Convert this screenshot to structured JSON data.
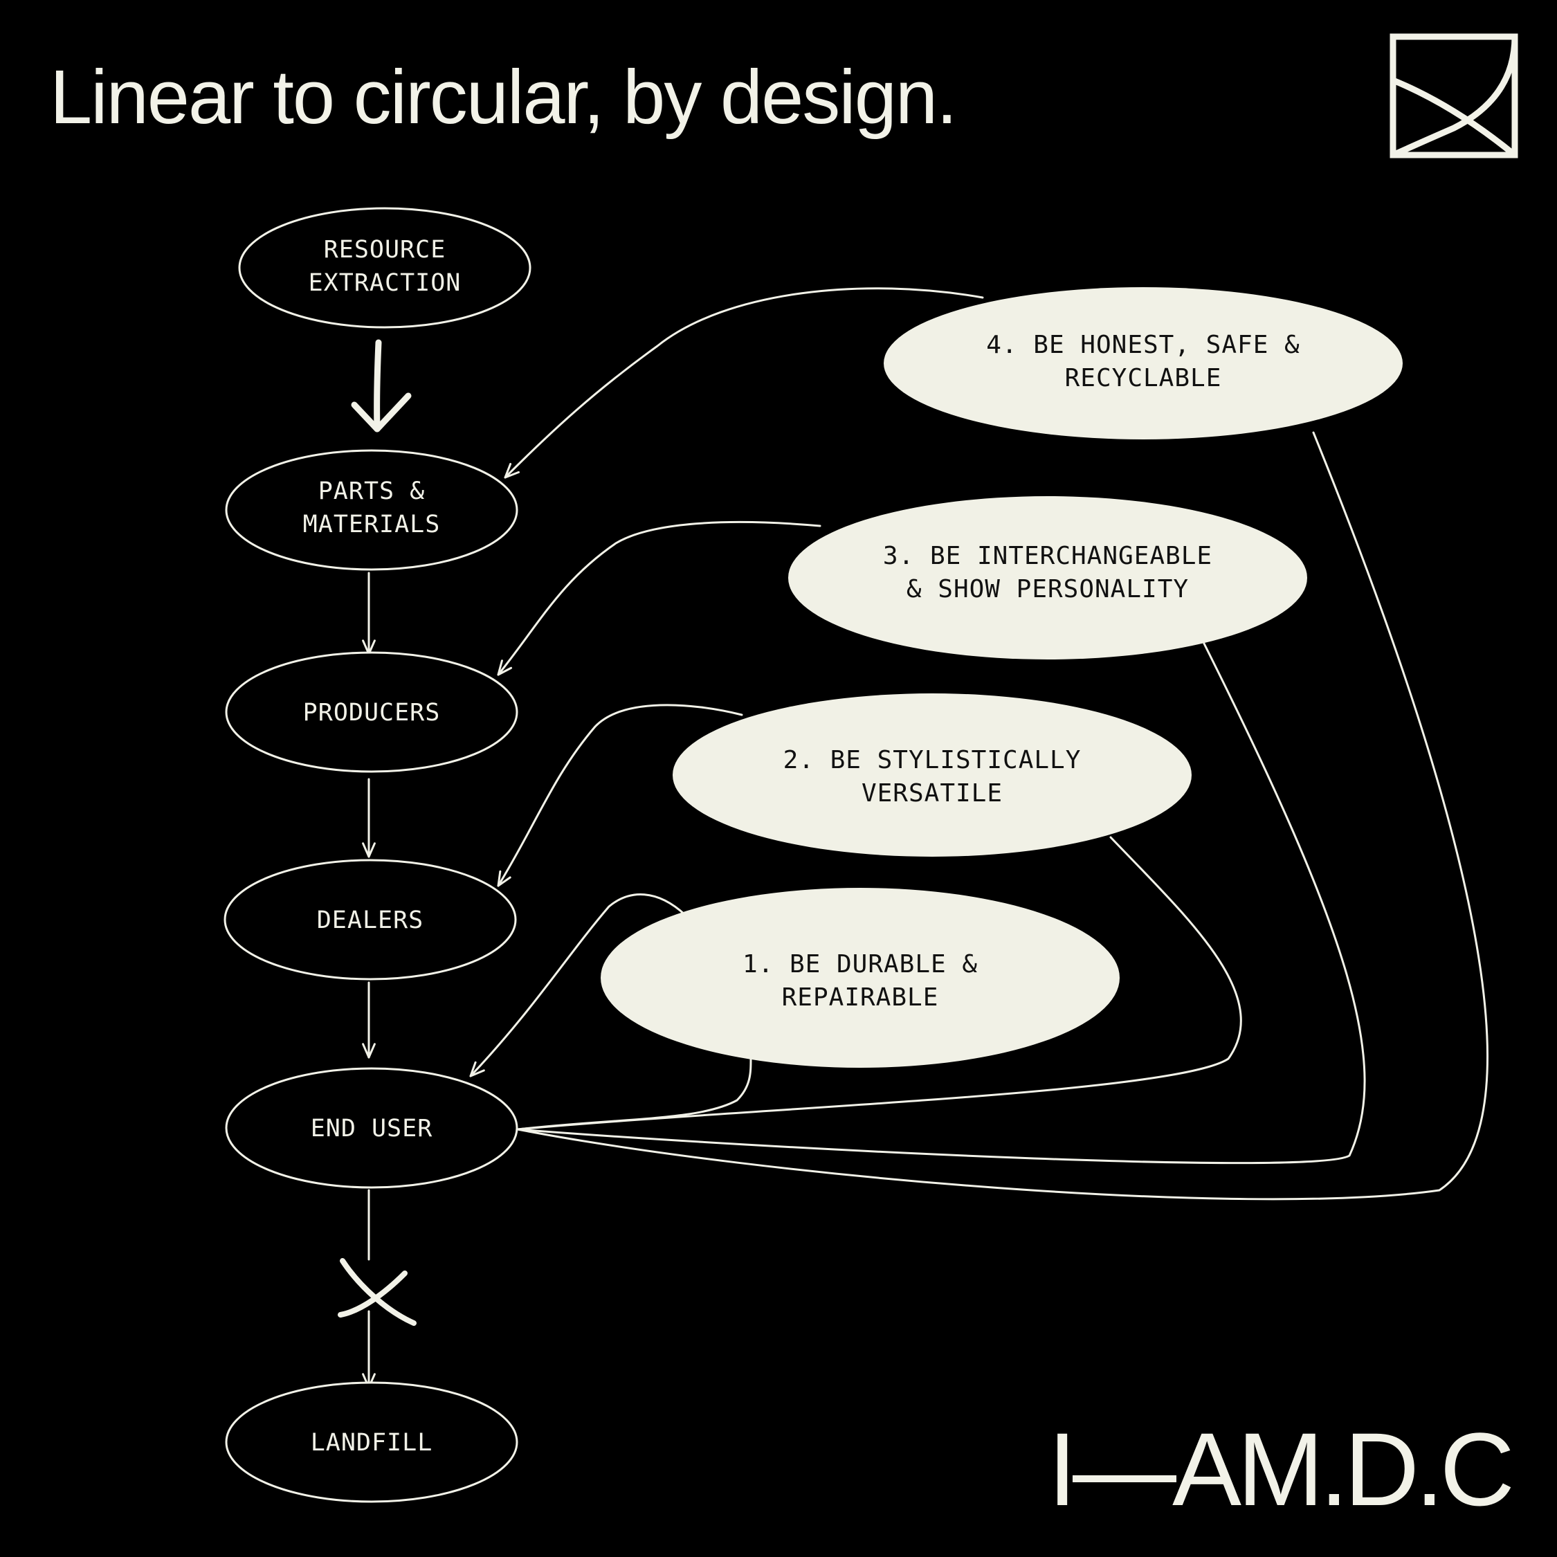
{
  "title": "Linear to circular, by design.",
  "brand": "I—AM.D.C",
  "colors": {
    "background": "#000000",
    "ink": "#f2f2e8",
    "fill": "#f1f1e6"
  },
  "linear_flow": {
    "nodes": [
      {
        "id": "resource",
        "lines": [
          "RESOURCE",
          "EXTRACTION"
        ]
      },
      {
        "id": "parts",
        "lines": [
          "PARTS &",
          "MATERIALS"
        ]
      },
      {
        "id": "producers",
        "lines": [
          "PRODUCERS"
        ]
      },
      {
        "id": "dealers",
        "lines": [
          "DEALERS"
        ]
      },
      {
        "id": "end_user",
        "lines": [
          "END USER"
        ]
      },
      {
        "id": "landfill",
        "lines": [
          "LANDFILL"
        ]
      }
    ]
  },
  "principles": [
    {
      "id": "p1",
      "lines": [
        "1. BE DURABLE &",
        "REPAIRABLE"
      ],
      "returns_to": "end_user"
    },
    {
      "id": "p2",
      "lines": [
        "2. BE STYLISTICALLY",
        "VERSATILE"
      ],
      "returns_to": "dealers"
    },
    {
      "id": "p3",
      "lines": [
        "3. BE INTERCHANGEABLE",
        "& SHOW PERSONALITY"
      ],
      "returns_to": "producers"
    },
    {
      "id": "p4",
      "lines": [
        "4. BE HONEST, SAFE &",
        "RECYCLABLE"
      ],
      "returns_to": "parts"
    }
  ],
  "icons": {
    "logo": "logo-mark-icon",
    "blocked": "x-cross-icon"
  }
}
